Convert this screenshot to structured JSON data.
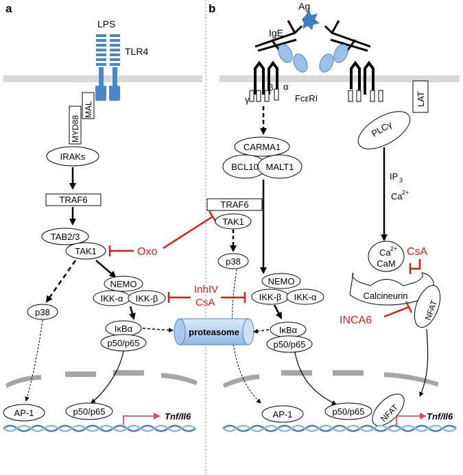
{
  "panels": {
    "a": "a",
    "b": "b"
  },
  "receptors": {
    "lps": "LPS",
    "tlr4": "TLR4",
    "ag": "Ag",
    "ige": "IgE",
    "fceri": "FcεRI",
    "alpha": "α",
    "beta": "β",
    "gamma": "γ",
    "lat": "LAT",
    "plcg": "PLCγ"
  },
  "adaptors": {
    "myd88": "MYD88",
    "mal": "MAL",
    "iraks": "IRAKs"
  },
  "left": {
    "traf6": "TRAF6",
    "tab23": "TAB2/3",
    "tak1": "TAK1",
    "nemo": "NEMO",
    "ikka": "IKK-α",
    "ikkb": "IKK-β",
    "p38": "p38",
    "ikba": "IκBα",
    "p50p65": "p50/p65",
    "ap1": "AP-1",
    "p50p65_nuc": "p50/p65",
    "gene": "Tnf/Il6"
  },
  "middle": {
    "traf6": "TRAF6",
    "tak1": "TAK1",
    "p38": "p38",
    "proteasome": "proteasome"
  },
  "right": {
    "carma1": "CARMA1",
    "bcl10": "BCL10",
    "malt1": "MALT1",
    "nemo": "NEMO",
    "ikkb": "IKK-β",
    "ikka": "IKK-α",
    "ikba": "IκBα",
    "p50p65": "p50/p65",
    "ap1": "AP-1",
    "p50p65_nuc": "p50/p65",
    "nfat_nuc": "NFAT",
    "gene": "Tnf/Il6",
    "ip3": "IP",
    "ip3_sub": "3",
    "ca": "Ca",
    "ca_sup": "2+",
    "ca_cam_1": "Ca",
    "ca_cam_sup": "2+",
    "ca_cam_2": "CaM",
    "calcineurin": "Calcineurin",
    "nfat": "NFAT"
  },
  "inhibitors": {
    "oxo": "Oxo",
    "inhiv": "InhIV",
    "csa": "CsA",
    "csa2": "CsA",
    "inca6": "INCA6"
  },
  "colors": {
    "inhibitor": "#d81b1b",
    "receptor": "#4a86c8",
    "membrane": "#d9d9d9",
    "proteasome": "#b8d3ee",
    "dna": "#3f7fc0",
    "promoter": "#d9534f"
  }
}
